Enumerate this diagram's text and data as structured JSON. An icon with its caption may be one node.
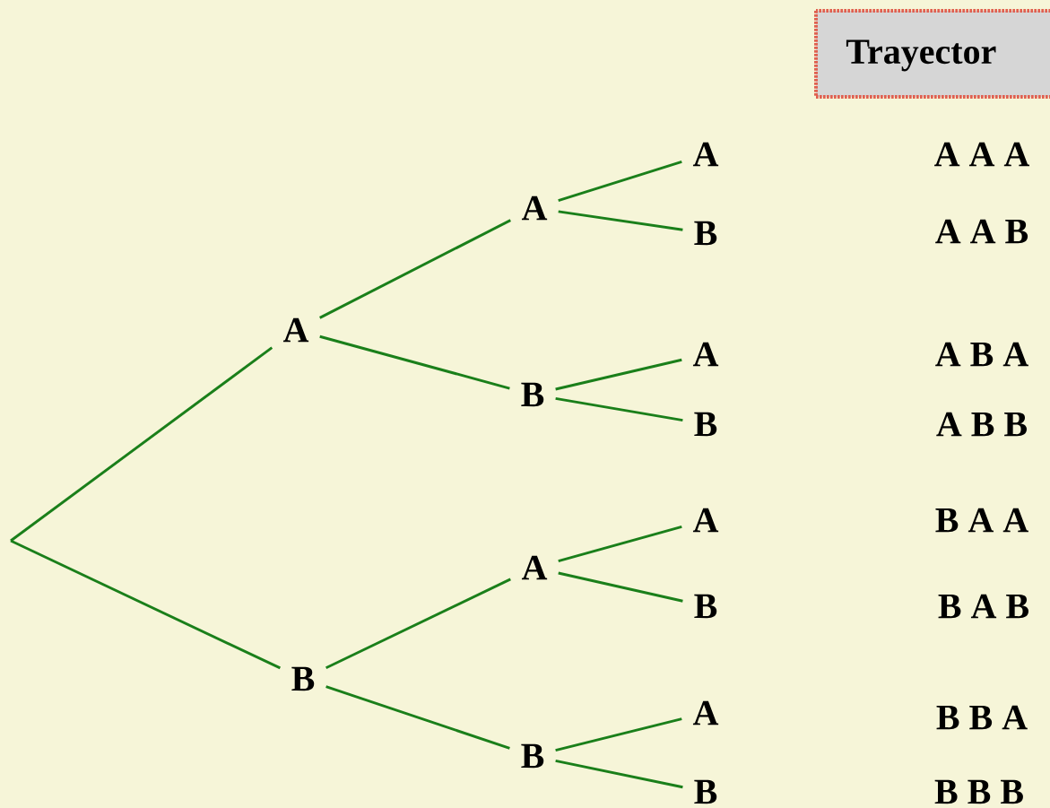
{
  "diagram": {
    "nodes": [
      {
        "text": [
          "A"
        ]
      },
      {
        "text": [
          "B"
        ]
      },
      {
        "text": [
          "A"
        ]
      },
      {
        "text": [
          "B"
        ]
      },
      {
        "text": [
          "A"
        ]
      },
      {
        "text": [
          "B"
        ]
      },
      {
        "text": [
          "A"
        ]
      },
      {
        "text": [
          "B"
        ]
      },
      {
        "text": [
          "A"
        ]
      },
      {
        "text": [
          "B"
        ]
      },
      {
        "text": [
          "A"
        ]
      },
      {
        "text": [
          "B"
        ]
      },
      {
        "text": [
          "A"
        ]
      },
      {
        "text": [
          "B"
        ]
      },
      {
        "text": [
          "Trayector"
        ]
      }
    ],
    "edges": [
      {
        "from": null,
        "to": 0,
        "arrow": "none"
      },
      {
        "from": null,
        "to": 1,
        "arrow": "none"
      },
      {
        "from": 0,
        "to": 2,
        "arrow": "none"
      },
      {
        "from": 0,
        "to": 3,
        "arrow": "none"
      },
      {
        "from": 1,
        "to": 4,
        "arrow": "none"
      },
      {
        "from": 1,
        "to": 5,
        "arrow": "none"
      },
      {
        "from": 2,
        "to": 6,
        "arrow": "none"
      },
      {
        "from": 2,
        "to": 7,
        "arrow": "none"
      },
      {
        "from": 3,
        "to": 8,
        "arrow": "none"
      },
      {
        "from": 3,
        "to": 9,
        "arrow": "none"
      },
      {
        "from": 4,
        "to": 10,
        "arrow": "none"
      },
      {
        "from": 4,
        "to": 11,
        "arrow": "none"
      },
      {
        "from": 5,
        "to": 12,
        "arrow": "none"
      },
      {
        "from": 5,
        "to": 13,
        "arrow": "none"
      }
    ],
    "labels": [
      "A A A",
      "A A B",
      "A B A",
      "A B B",
      "B A A",
      "B A B",
      "B B A",
      "B B B"
    ]
  }
}
